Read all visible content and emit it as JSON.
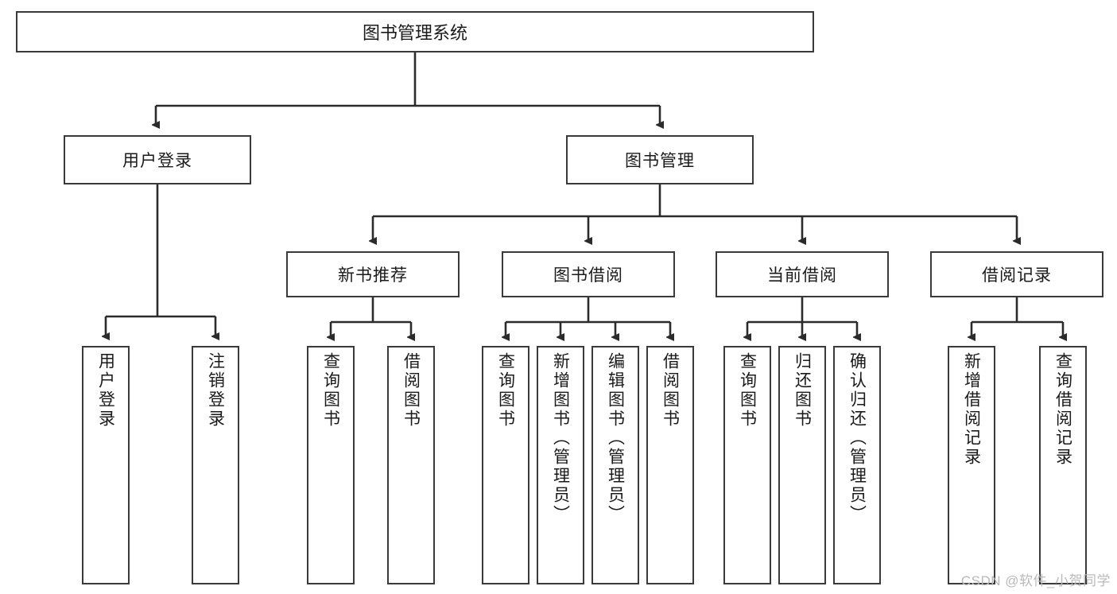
{
  "diagram": {
    "type": "tree",
    "title": "图书管理系统",
    "orientation": "top-down",
    "watermark": "CSDN @软件_小贺同学",
    "colors": {
      "box_border": "#3a3a3a",
      "box_fill": "#ffffff",
      "edge": "#2b2b2b",
      "text": "#1a1a1a",
      "watermark": "#b9b9b9",
      "background": "#ffffff"
    },
    "nodes": {
      "root": {
        "label": "图书管理系统",
        "level": 1
      },
      "l2": [
        {
          "id": "user_login",
          "label": "用户登录",
          "level": 2
        },
        {
          "id": "book_mgmt",
          "label": "图书管理",
          "level": 2
        }
      ],
      "l3": [
        {
          "id": "new_book_rec",
          "label": "新书推荐",
          "level": 3,
          "parent": "book_mgmt"
        },
        {
          "id": "book_borrow",
          "label": "图书借阅",
          "level": 3,
          "parent": "book_mgmt"
        },
        {
          "id": "current_borrow",
          "label": "当前借阅",
          "level": 3,
          "parent": "book_mgmt"
        },
        {
          "id": "borrow_record",
          "label": "借阅记录",
          "level": 3,
          "parent": "book_mgmt"
        }
      ],
      "leaves": [
        {
          "id": "leaf_login",
          "label": "用户登录",
          "parent": "user_login"
        },
        {
          "id": "leaf_logout",
          "label": "注销登录",
          "parent": "user_login"
        },
        {
          "id": "leaf_query_book_1",
          "label": "查询图书",
          "parent": "new_book_rec"
        },
        {
          "id": "leaf_borrow_book_1",
          "label": "借阅图书",
          "parent": "new_book_rec"
        },
        {
          "id": "leaf_query_book_2",
          "label": "查询图书",
          "parent": "book_borrow"
        },
        {
          "id": "leaf_add_book",
          "label": "新增图书（管理员）",
          "parent": "book_borrow"
        },
        {
          "id": "leaf_edit_book",
          "label": "编辑图书（管理员）",
          "parent": "book_borrow"
        },
        {
          "id": "leaf_borrow_book_2",
          "label": "借阅图书",
          "parent": "book_borrow"
        },
        {
          "id": "leaf_query_book_3",
          "label": "查询图书",
          "parent": "current_borrow"
        },
        {
          "id": "leaf_return_book",
          "label": "归还图书",
          "parent": "current_borrow"
        },
        {
          "id": "leaf_confirm_return",
          "label": "确认归还（管理员）",
          "parent": "current_borrow"
        },
        {
          "id": "leaf_add_record",
          "label": "新增借阅记录",
          "parent": "borrow_record"
        },
        {
          "id": "leaf_query_record",
          "label": "查询借阅记录",
          "parent": "borrow_record"
        }
      ]
    }
  }
}
